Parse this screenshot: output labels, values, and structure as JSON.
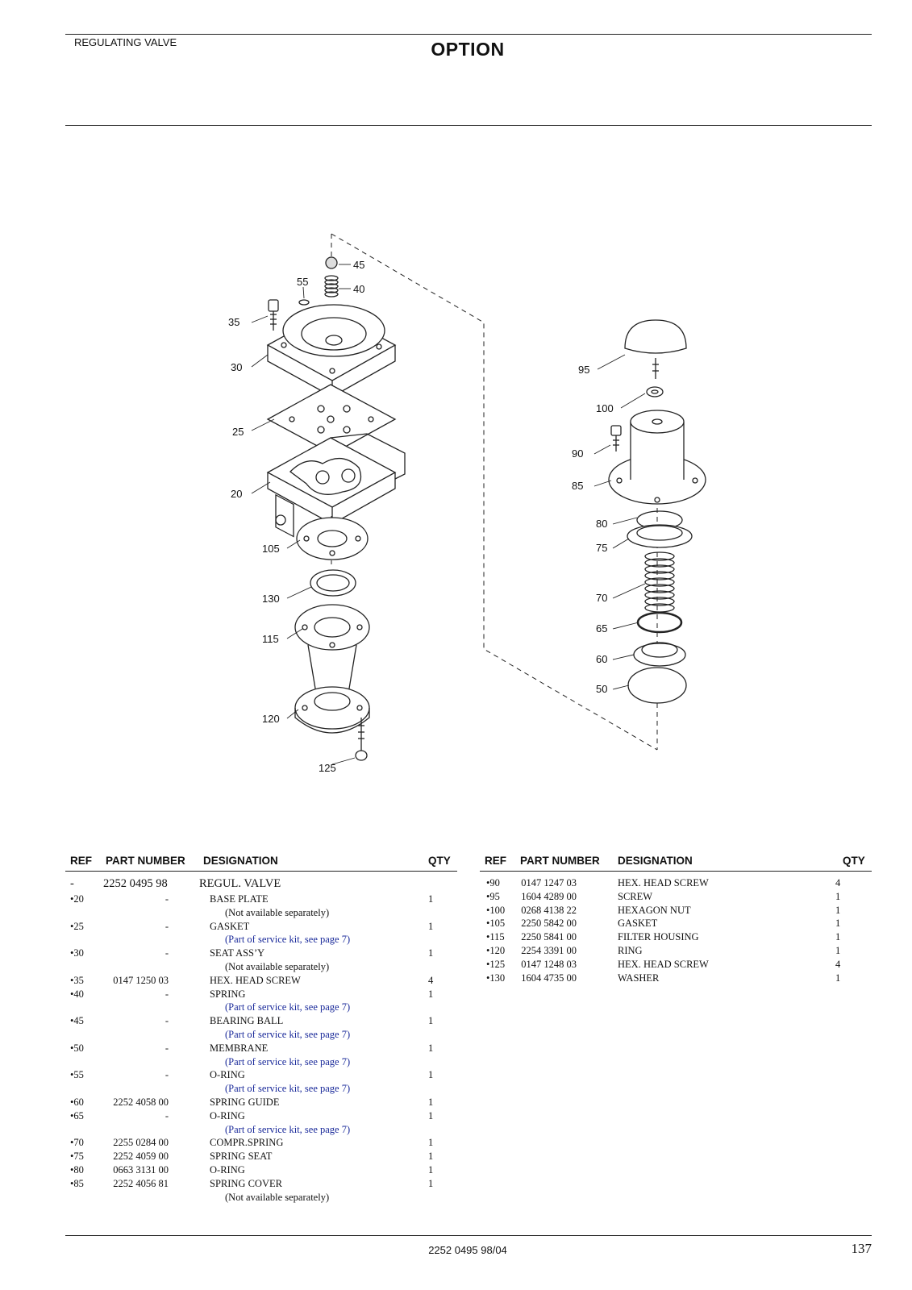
{
  "header": {
    "section": "REGULATING VALVE",
    "title": "OPTION"
  },
  "diagram": {
    "callouts": [
      "45",
      "40",
      "55",
      "35",
      "30",
      "25",
      "20",
      "105",
      "130",
      "115",
      "120",
      "125",
      "95",
      "100",
      "90",
      "85",
      "80",
      "75",
      "70",
      "65",
      "60",
      "50"
    ]
  },
  "table_headers": {
    "ref": "REF",
    "part_number": "PART NUMBER",
    "designation": "DESIGNATION",
    "qty": "QTY"
  },
  "left_rows": [
    {
      "ref": "-",
      "part": "2252 0495 98",
      "desig": "REGUL. VALVE",
      "qty": "",
      "main": true
    },
    {
      "ref": "•20",
      "part": "-",
      "desig": "BASE PLATE",
      "qty": "1"
    },
    {
      "ref": "",
      "part": "",
      "desig": "(Not available separately)",
      "qty": "",
      "kind": "sub"
    },
    {
      "ref": "•25",
      "part": "-",
      "desig": "GASKET",
      "qty": "1"
    },
    {
      "ref": "",
      "part": "",
      "desig": "(Part of service kit, see page 7)",
      "qty": "",
      "kind": "note"
    },
    {
      "ref": "•30",
      "part": "-",
      "desig": "SEAT ASS’Y",
      "qty": "1"
    },
    {
      "ref": "",
      "part": "",
      "desig": "(Not available separately)",
      "qty": "",
      "kind": "sub"
    },
    {
      "ref": "•35",
      "part": "0147 1250 03",
      "desig": "HEX. HEAD SCREW",
      "qty": "4"
    },
    {
      "ref": "•40",
      "part": "-",
      "desig": "SPRING",
      "qty": "1"
    },
    {
      "ref": "",
      "part": "",
      "desig": "(Part of service kit, see page 7)",
      "qty": "",
      "kind": "note"
    },
    {
      "ref": "•45",
      "part": "-",
      "desig": "BEARING BALL",
      "qty": "1"
    },
    {
      "ref": "",
      "part": "",
      "desig": "(Part of service kit, see page 7)",
      "qty": "",
      "kind": "note"
    },
    {
      "ref": "•50",
      "part": "-",
      "desig": "MEMBRANE",
      "qty": "1"
    },
    {
      "ref": "",
      "part": "",
      "desig": "(Part of service kit, see page 7)",
      "qty": "",
      "kind": "note"
    },
    {
      "ref": "•55",
      "part": "-",
      "desig": "O-RING",
      "qty": "1"
    },
    {
      "ref": "",
      "part": "",
      "desig": "(Part of service kit, see page 7)",
      "qty": "",
      "kind": "note"
    },
    {
      "ref": "•60",
      "part": "2252 4058 00",
      "desig": "SPRING GUIDE",
      "qty": "1"
    },
    {
      "ref": "•65",
      "part": "-",
      "desig": "O-RING",
      "qty": "1"
    },
    {
      "ref": "",
      "part": "",
      "desig": "(Part of service kit, see page 7)",
      "qty": "",
      "kind": "note"
    },
    {
      "ref": "•70",
      "part": "2255 0284 00",
      "desig": "COMPR.SPRING",
      "qty": "1"
    },
    {
      "ref": "•75",
      "part": "2252 4059 00",
      "desig": "SPRING SEAT",
      "qty": "1"
    },
    {
      "ref": "•80",
      "part": "0663 3131 00",
      "desig": "O-RING",
      "qty": "1"
    },
    {
      "ref": "•85",
      "part": "2252 4056 81",
      "desig": "SPRING COVER",
      "qty": "1"
    },
    {
      "ref": "",
      "part": "",
      "desig": "(Not available separately)",
      "qty": "",
      "kind": "sub"
    }
  ],
  "right_rows": [
    {
      "ref": "•90",
      "part": "0147 1247 03",
      "desig": "HEX. HEAD SCREW",
      "qty": "4"
    },
    {
      "ref": "•95",
      "part": "1604 4289 00",
      "desig": "SCREW",
      "qty": "1"
    },
    {
      "ref": "•100",
      "part": "0268 4138 22",
      "desig": "HEXAGON NUT",
      "qty": "1"
    },
    {
      "ref": "•105",
      "part": "2250 5842 00",
      "desig": "GASKET",
      "qty": "1"
    },
    {
      "ref": "•115",
      "part": "2250 5841 00",
      "desig": "FILTER HOUSING",
      "qty": "1"
    },
    {
      "ref": "•120",
      "part": "2254 3391 00",
      "desig": "RING",
      "qty": "1"
    },
    {
      "ref": "•125",
      "part": "0147 1248 03",
      "desig": "HEX. HEAD SCREW",
      "qty": "4"
    },
    {
      "ref": "•130",
      "part": "1604 4735 00",
      "desig": "WASHER",
      "qty": "1"
    }
  ],
  "footer": {
    "doc_code": "2252 0495 98/04",
    "page": "137"
  },
  "colors": {
    "note": "#1a2a9a",
    "line": "#222222"
  }
}
